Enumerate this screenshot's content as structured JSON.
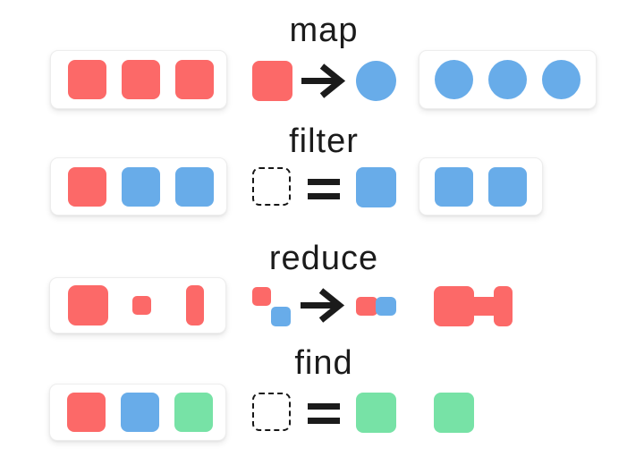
{
  "figure": {
    "type": "array-methods-diagram",
    "description": "Shapes diagram of array operations: input array card, operation rule, output"
  },
  "colors": {
    "red": "#fc6968",
    "blue": "#68ace9",
    "green": "#77e2a6",
    "ink": "#1b1b1b",
    "card_border": "#ededed",
    "card_bg": "#ffffff"
  },
  "rows": [
    {
      "label": "map",
      "input": {
        "card": true,
        "shapes": [
          "sq:red",
          "sq:red",
          "sq:red"
        ]
      },
      "operation": {
        "lhs": [
          "sqm:red"
        ],
        "symbol": "arrow-right",
        "rhs": [
          "circm:blue"
        ]
      },
      "output": {
        "card": true,
        "shapes": [
          "circ:blue",
          "circ:blue",
          "circ:blue"
        ]
      }
    },
    {
      "label": "filter",
      "input": {
        "card": true,
        "shapes": [
          "sq:red",
          "sq:blue",
          "sq:blue"
        ]
      },
      "operation": {
        "lhs": [
          "dash:none"
        ],
        "symbol": "equals",
        "rhs": [
          "sqm:blue"
        ]
      },
      "output": {
        "card": true,
        "shapes": [
          "sq:blue",
          "sq:blue"
        ]
      }
    },
    {
      "label": "reduce",
      "input": {
        "card": true,
        "shapes": [
          "bigsq:red",
          "mini:red",
          "tall:red"
        ]
      },
      "operation": {
        "lhs": [
          "mini:red",
          "minilow:blue"
        ],
        "symbol": "arrow-right",
        "rhs": [
          "paira:red",
          "pairb:blue"
        ]
      },
      "output": {
        "card": false,
        "shapes": [
          "bella:red",
          "bellbar:red",
          "bellb:red"
        ]
      }
    },
    {
      "label": "find",
      "input": {
        "card": true,
        "shapes": [
          "sq:red",
          "sq:blue",
          "sq:green"
        ]
      },
      "operation": {
        "lhs": [
          "dash:none"
        ],
        "symbol": "equals",
        "rhs": [
          "sqm:green"
        ]
      },
      "output": {
        "card": false,
        "shapes": [
          "sqm:green"
        ]
      }
    }
  ]
}
